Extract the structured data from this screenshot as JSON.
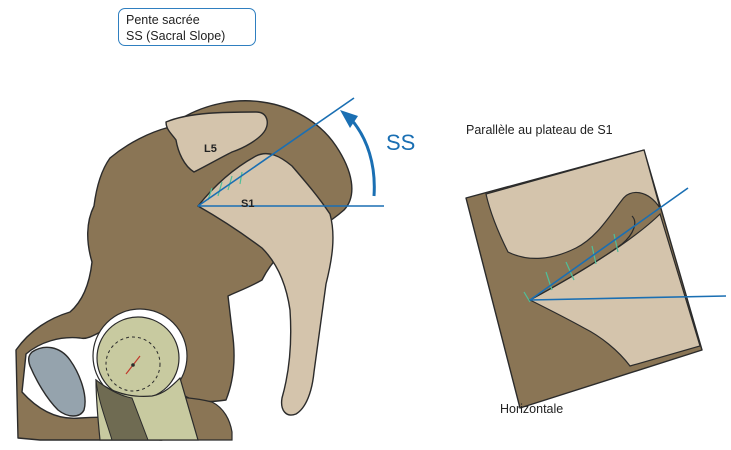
{
  "title_box": {
    "line1": "Pente sacrée",
    "line2": "SS (Sacral Slope)"
  },
  "labels": {
    "ss": "SS",
    "l5": "L5",
    "s1": "S1",
    "parallel": "Parallèle au plateau de S1",
    "horizontal": "Horizontale"
  },
  "colors": {
    "bone_dark": "#8a7555",
    "bone_light": "#d4c4ac",
    "femur_head": "#c8caa0",
    "femur_shaft": "#6f6b52",
    "pubis": "#95a3ad",
    "line_blue": "#1a6fb3",
    "hatch_green": "#4fbf9a",
    "outline": "#2b2b2b"
  },
  "icons": {
    "angle_arrow": "curved-arrow-icon"
  }
}
